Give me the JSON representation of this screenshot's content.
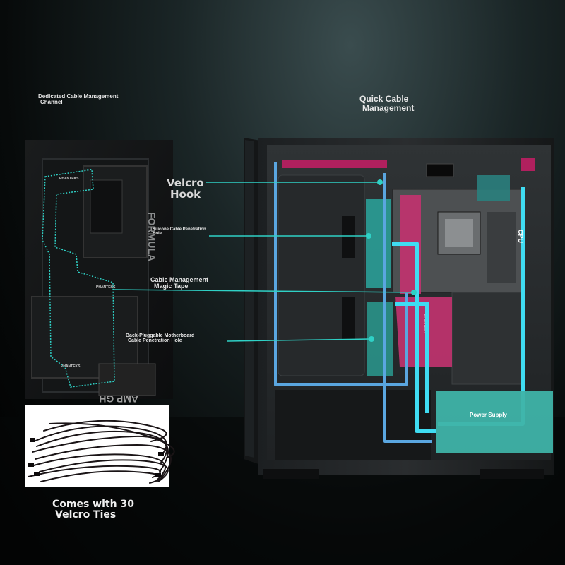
{
  "labels": {
    "dedicated_line1": "Dedicated Cable Management",
    "dedicated_line2": "Channel",
    "quick_line1": "Quick Cable",
    "quick_line2": "Management",
    "velcro_line1": "Velcro",
    "velcro_line2": "Hook",
    "silicone_line1": "Silicone Cable Penetration",
    "silicone_line2": "Hole",
    "magic_line1": "Cable Management",
    "magic_line2": "Magic Tape",
    "backplug_line1": "Back-Pluggable Motherboard",
    "backplug_line2": "Cable Penetration Hole",
    "ties_line1": "Comes with 30",
    "ties_line2": "Velcro Ties",
    "cpu": "CPU",
    "power_supply": "Power Supply",
    "brand": "PHANTEKS",
    "board_text_1": "FORMULA",
    "board_text_2": "AMP GH"
  },
  "colors": {
    "accent_teal": "#2fd1c6",
    "cable_blue": "#5aa6e0",
    "cable_cyan": "#3fdcf2",
    "cable_magenta": "#c83a78",
    "psu_teal": "#3fb3a8"
  }
}
